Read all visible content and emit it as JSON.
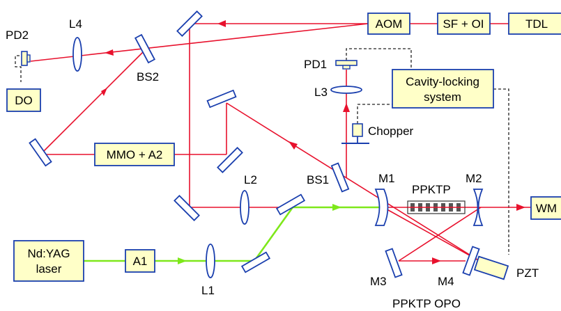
{
  "diagram": {
    "boxes": {
      "aom": "AOM",
      "sf_oi": "SF + OI",
      "tdl": "TDL",
      "do": "DO",
      "cavity_line1": "Cavity-locking",
      "cavity_line2": "system",
      "mmo_a2": "MMO + A2",
      "ndyag_line1": "Nd:YAG",
      "ndyag_line2": "laser",
      "a1": "A1",
      "wm": "WM"
    },
    "labels": {
      "pd2": "PD2",
      "l4": "L4",
      "bs2": "BS2",
      "pd1": "PD1",
      "l3": "L3",
      "chopper": "Chopper",
      "l2": "L2",
      "bs1": "BS1",
      "m1": "M1",
      "ppktp": "PPKTP",
      "m2": "M2",
      "l1": "L1",
      "m3": "M3",
      "m4": "M4",
      "pzt": "PZT",
      "caption": "PPKTP OPO"
    },
    "colors": {
      "red_beam": "#e8112d",
      "green_beam": "#7ee81a",
      "outline": "#1a3fae",
      "box_fill": "#ffffc8"
    }
  }
}
